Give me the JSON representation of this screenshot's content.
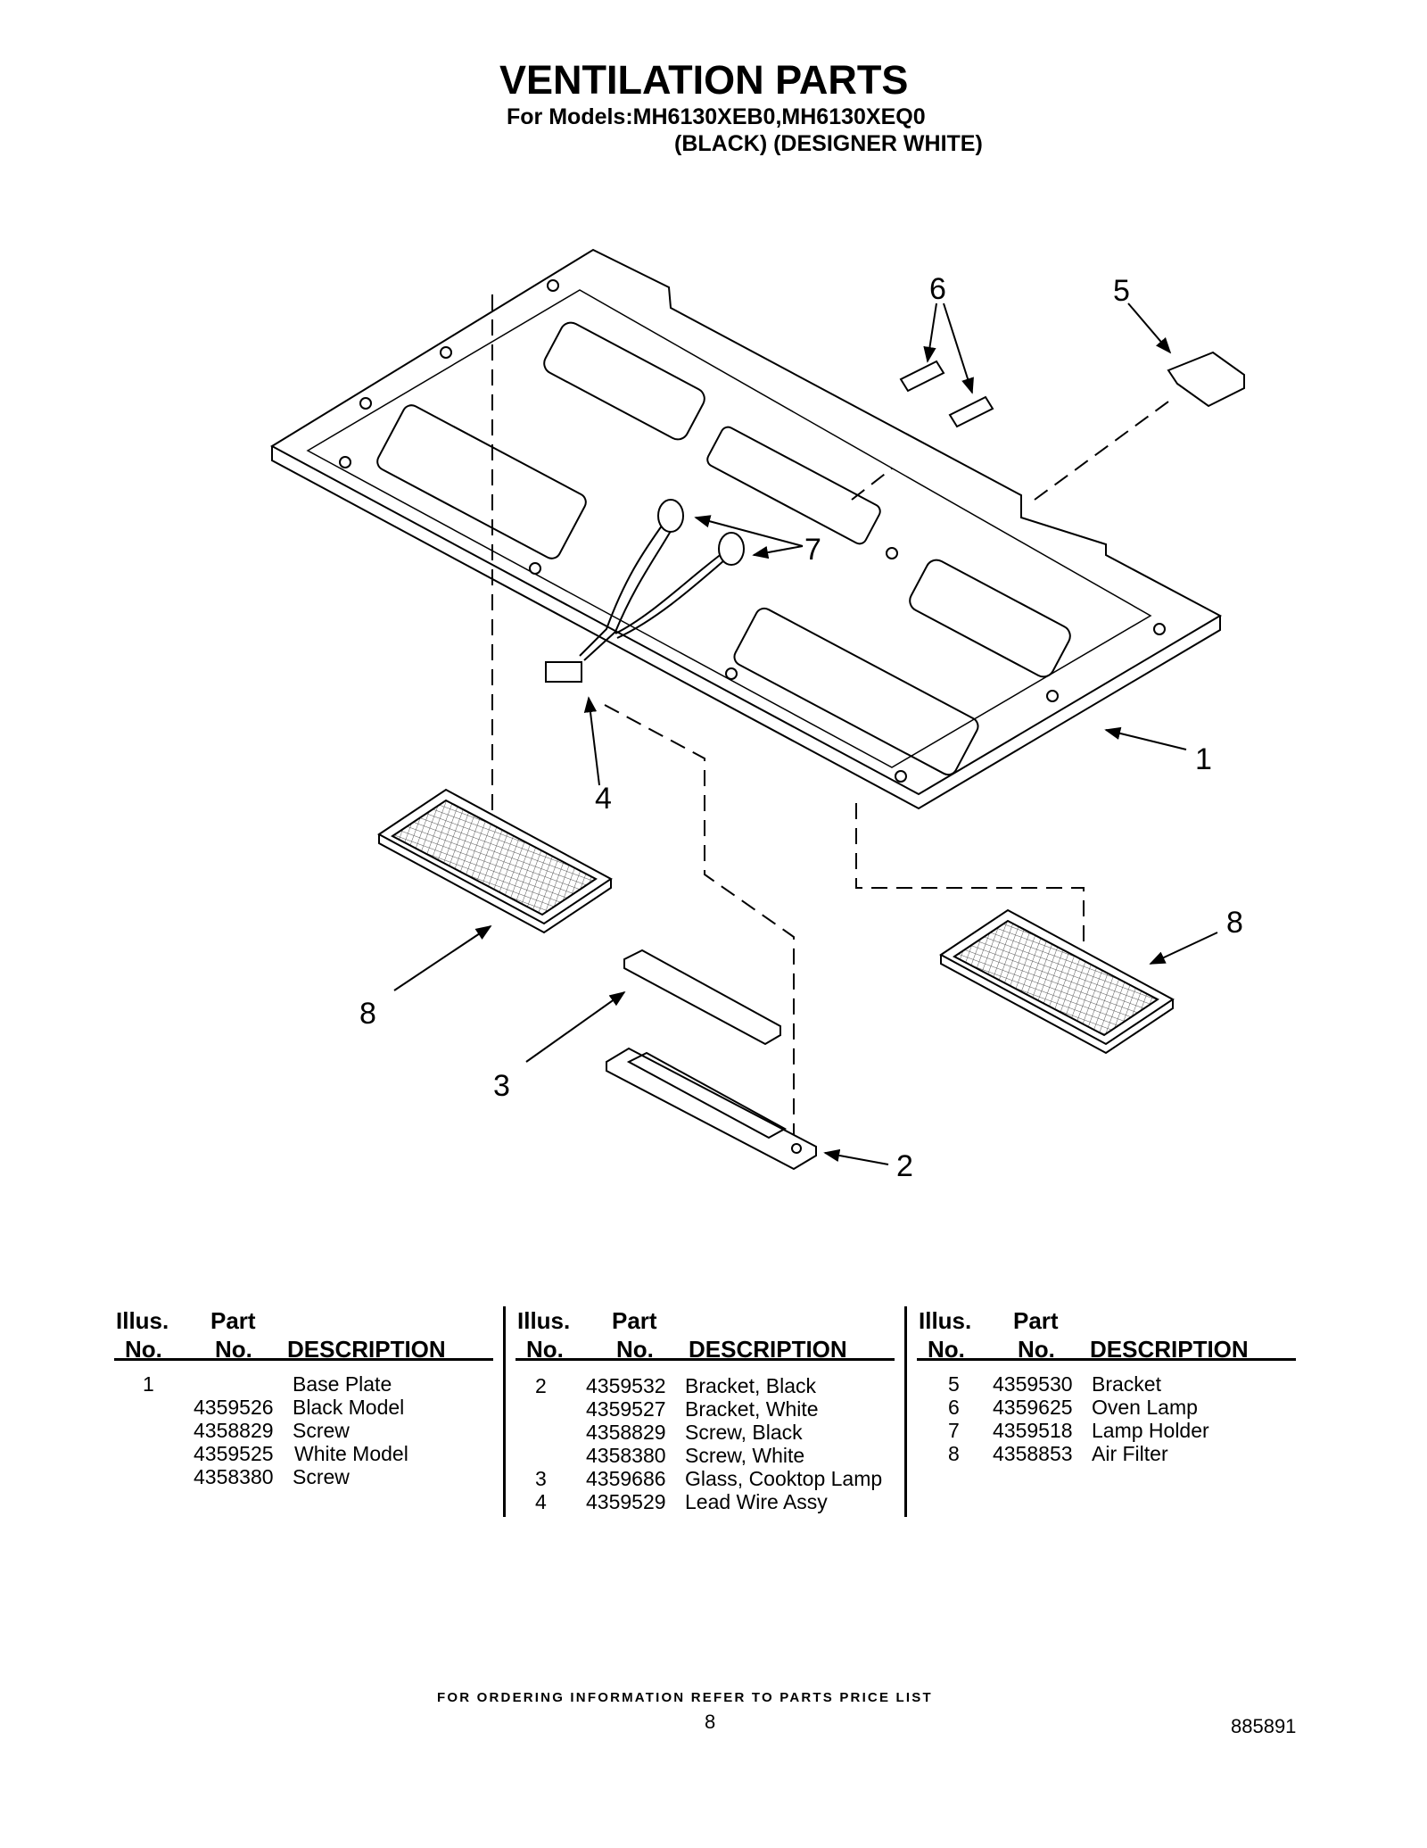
{
  "header": {
    "title": "VENTILATION PARTS",
    "models": "For Models:MH6130XEB0,MH6130XEQ0",
    "colors": "(BLACK) (DESIGNER WHITE)"
  },
  "diagram": {
    "callouts": [
      "1",
      "2",
      "3",
      "4",
      "5",
      "6",
      "7",
      "8",
      "8"
    ]
  },
  "parts_table": {
    "headers": {
      "illus": "Illus.",
      "no": "No.",
      "part": "Part",
      "part_no": "No.",
      "description": "DESCRIPTION"
    },
    "columns": [
      {
        "rows": [
          {
            "illus": "1",
            "part": "",
            "desc": "Base Plate"
          },
          {
            "illus": "",
            "part": "4359526",
            "desc": "Black Model"
          },
          {
            "illus": "",
            "part": "4358829",
            "desc": "Screw"
          },
          {
            "illus": "",
            "part": "4359525",
            "desc": "White Model"
          },
          {
            "illus": "",
            "part": "4358380",
            "desc": "Screw"
          }
        ]
      },
      {
        "rows": [
          {
            "illus": "2",
            "part": "4359532",
            "desc": "Bracket, Black"
          },
          {
            "illus": "",
            "part": "4359527",
            "desc": "Bracket, White"
          },
          {
            "illus": "",
            "part": "4358829",
            "desc": "Screw, Black"
          },
          {
            "illus": "",
            "part": "4358380",
            "desc": "Screw, White"
          },
          {
            "illus": "3",
            "part": "4359686",
            "desc": "Glass, Cooktop Lamp"
          },
          {
            "illus": "4",
            "part": "4359529",
            "desc": "Lead Wire Assy"
          }
        ]
      },
      {
        "rows": [
          {
            "illus": "5",
            "part": "4359530",
            "desc": "Bracket"
          },
          {
            "illus": "6",
            "part": "4359625",
            "desc": "Oven Lamp"
          },
          {
            "illus": "7",
            "part": "4359518",
            "desc": "Lamp Holder"
          },
          {
            "illus": "8",
            "part": "4358853",
            "desc": "Air Filter"
          }
        ]
      }
    ]
  },
  "footer": {
    "ordering_note": "FOR ORDERING INFORMATION REFER TO PARTS PRICE LIST",
    "page_number": "8",
    "document_number": "885891"
  }
}
